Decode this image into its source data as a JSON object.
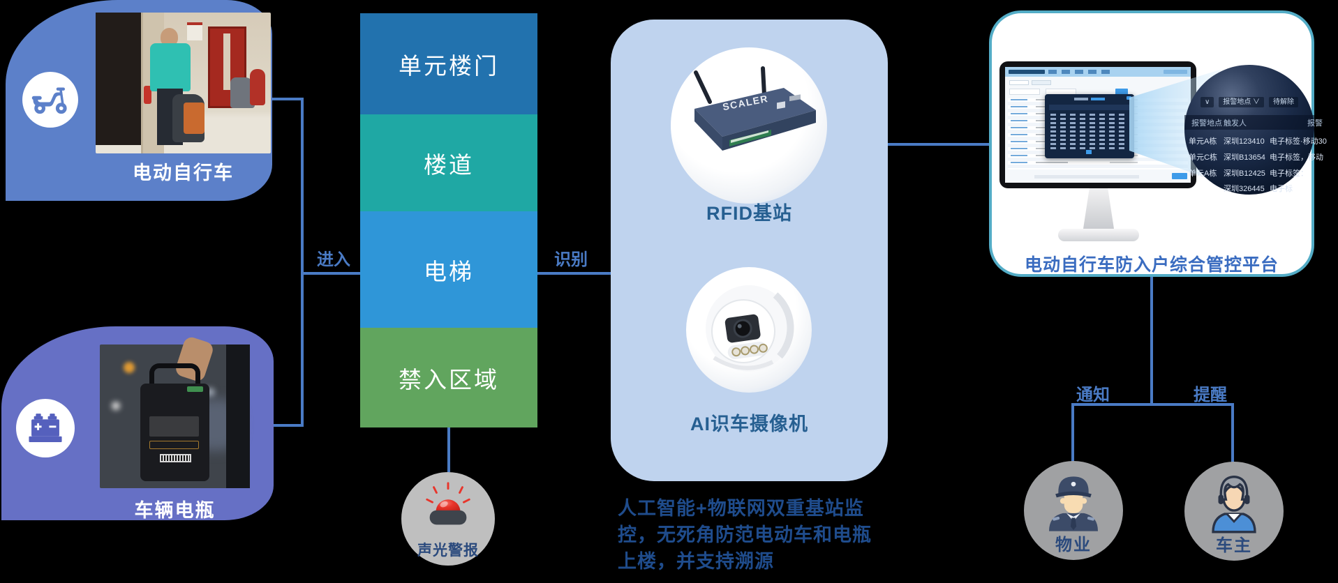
{
  "left_pins": {
    "ebike": {
      "label": "电动自行车",
      "icon": "scooter-icon"
    },
    "battery": {
      "label": "车辆电瓶",
      "icon": "battery-icon"
    }
  },
  "zones": {
    "items": [
      {
        "label": "单元楼门",
        "color": "#2272AE"
      },
      {
        "label": "楼道",
        "color": "#1FA8A4"
      },
      {
        "label": "电梯",
        "color": "#2F96D8"
      },
      {
        "label": "禁入区域",
        "color": "#61A55E"
      }
    ]
  },
  "flow": {
    "enter": "进入",
    "identify": "识别",
    "notify": "通知",
    "remind": "提醒"
  },
  "alarm": {
    "label": "声光警报",
    "icon": "siren-icon"
  },
  "panel": {
    "rfid_label": "RFID基站",
    "rfid_brand": "SCALER",
    "camera_label": "AI识车摄像机",
    "bg_color": "#BFD3EE"
  },
  "description": {
    "lines": [
      "人工智能+物联网双重基站监",
      "控，无死角防范电动车和电瓶",
      "上楼，并支持溯源"
    ]
  },
  "platform": {
    "title": "电动自行车防入户综合管控平台",
    "sphere": {
      "controls": {
        "chevron": "∨",
        "location_filter": "报警地点",
        "status_button": "待解除"
      },
      "headers": [
        "报警地点",
        "触发人",
        "报警"
      ],
      "rows": [
        [
          "单元A栋",
          "深圳123410",
          "电子标签·移动30"
        ],
        [
          "单元C栋",
          "深圳B13654",
          "电子标签，移动"
        ],
        [
          "单元A栋",
          "深圳B12425",
          "电子标签："
        ],
        [
          "",
          "深圳326445",
          "电子标"
        ]
      ]
    }
  },
  "recipients": {
    "property": {
      "label": "物业",
      "icon": "security-guard-icon"
    },
    "owner": {
      "label": "车主",
      "icon": "vehicle-owner-icon"
    }
  },
  "palette": {
    "background": "#000000",
    "pin_ebike": "#5C80C9",
    "pin_battery": "#6670C5",
    "connector": "#4A7BC5",
    "panel_bg": "#BFD3EE",
    "card_border": "#53ACC6",
    "caption_blue": "#265F91",
    "desc_blue": "#1F4C8C",
    "title_blue": "#3A6CC0",
    "alarm_gray": "#BFBFBF",
    "avatar_gray": "#A0A1A3"
  }
}
